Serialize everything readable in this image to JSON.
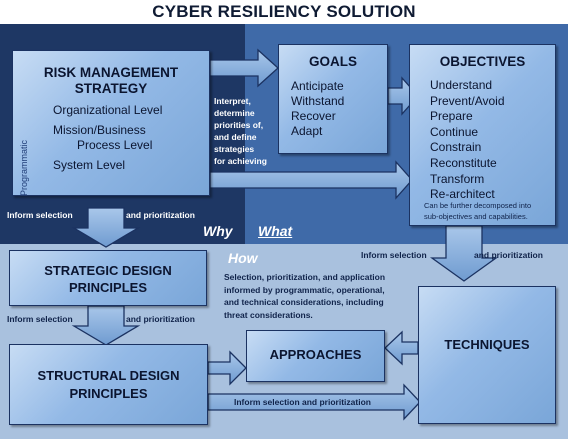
{
  "title": "CYBER RESILIENCY SOLUTION",
  "risk": {
    "title_line1": "RISK MANAGEMENT",
    "title_line2": "STRATEGY",
    "side_label": "Programmatic",
    "levels": [
      "Organizational  Level",
      "Mission/Business",
      "Process Level",
      "System Level"
    ]
  },
  "goals": {
    "title": "GOALS",
    "items": [
      "Anticipate",
      "Withstand",
      "Recover",
      "Adapt"
    ]
  },
  "objectives": {
    "title": "OBJECTIVES",
    "items": [
      "Understand",
      "Prevent/Avoid",
      "Prepare",
      "Continue",
      "Constrain",
      "Reconstitute",
      "Transform",
      "Re-architect"
    ],
    "note_line1": "Can be further decomposed into",
    "note_line2": "sub-objectives and capabilities."
  },
  "interpret_text": [
    "Interpret,",
    "determine",
    "priorities of,",
    "and define",
    "strategies",
    "for achieving"
  ],
  "labels": {
    "inform_selection": "Inform selection",
    "and_prioritization": "and prioritization",
    "inform_selection_and_prioritization": "Inform selection and prioritization",
    "why": "Why",
    "what": "What",
    "how": "How"
  },
  "how_text": [
    "Selection, prioritization, and application",
    "informed by programmatic, operational,",
    "and technical considerations, including",
    "threat considerations."
  ],
  "strategic": {
    "line1": "STRATEGIC DESIGN",
    "line2": "PRINCIPLES"
  },
  "structural": {
    "line1": "STRUCTURAL DESIGN",
    "line2": "PRINCIPLES"
  },
  "approaches": {
    "title": "APPROACHES"
  },
  "techniques": {
    "title": "TECHNIQUES"
  },
  "colors": {
    "dark_panel": "#1e3764",
    "mid_panel": "#3f6aa8",
    "light_panel": "#a9c1de",
    "box_fill": "#93b9e6",
    "outline": "#1b3261"
  }
}
